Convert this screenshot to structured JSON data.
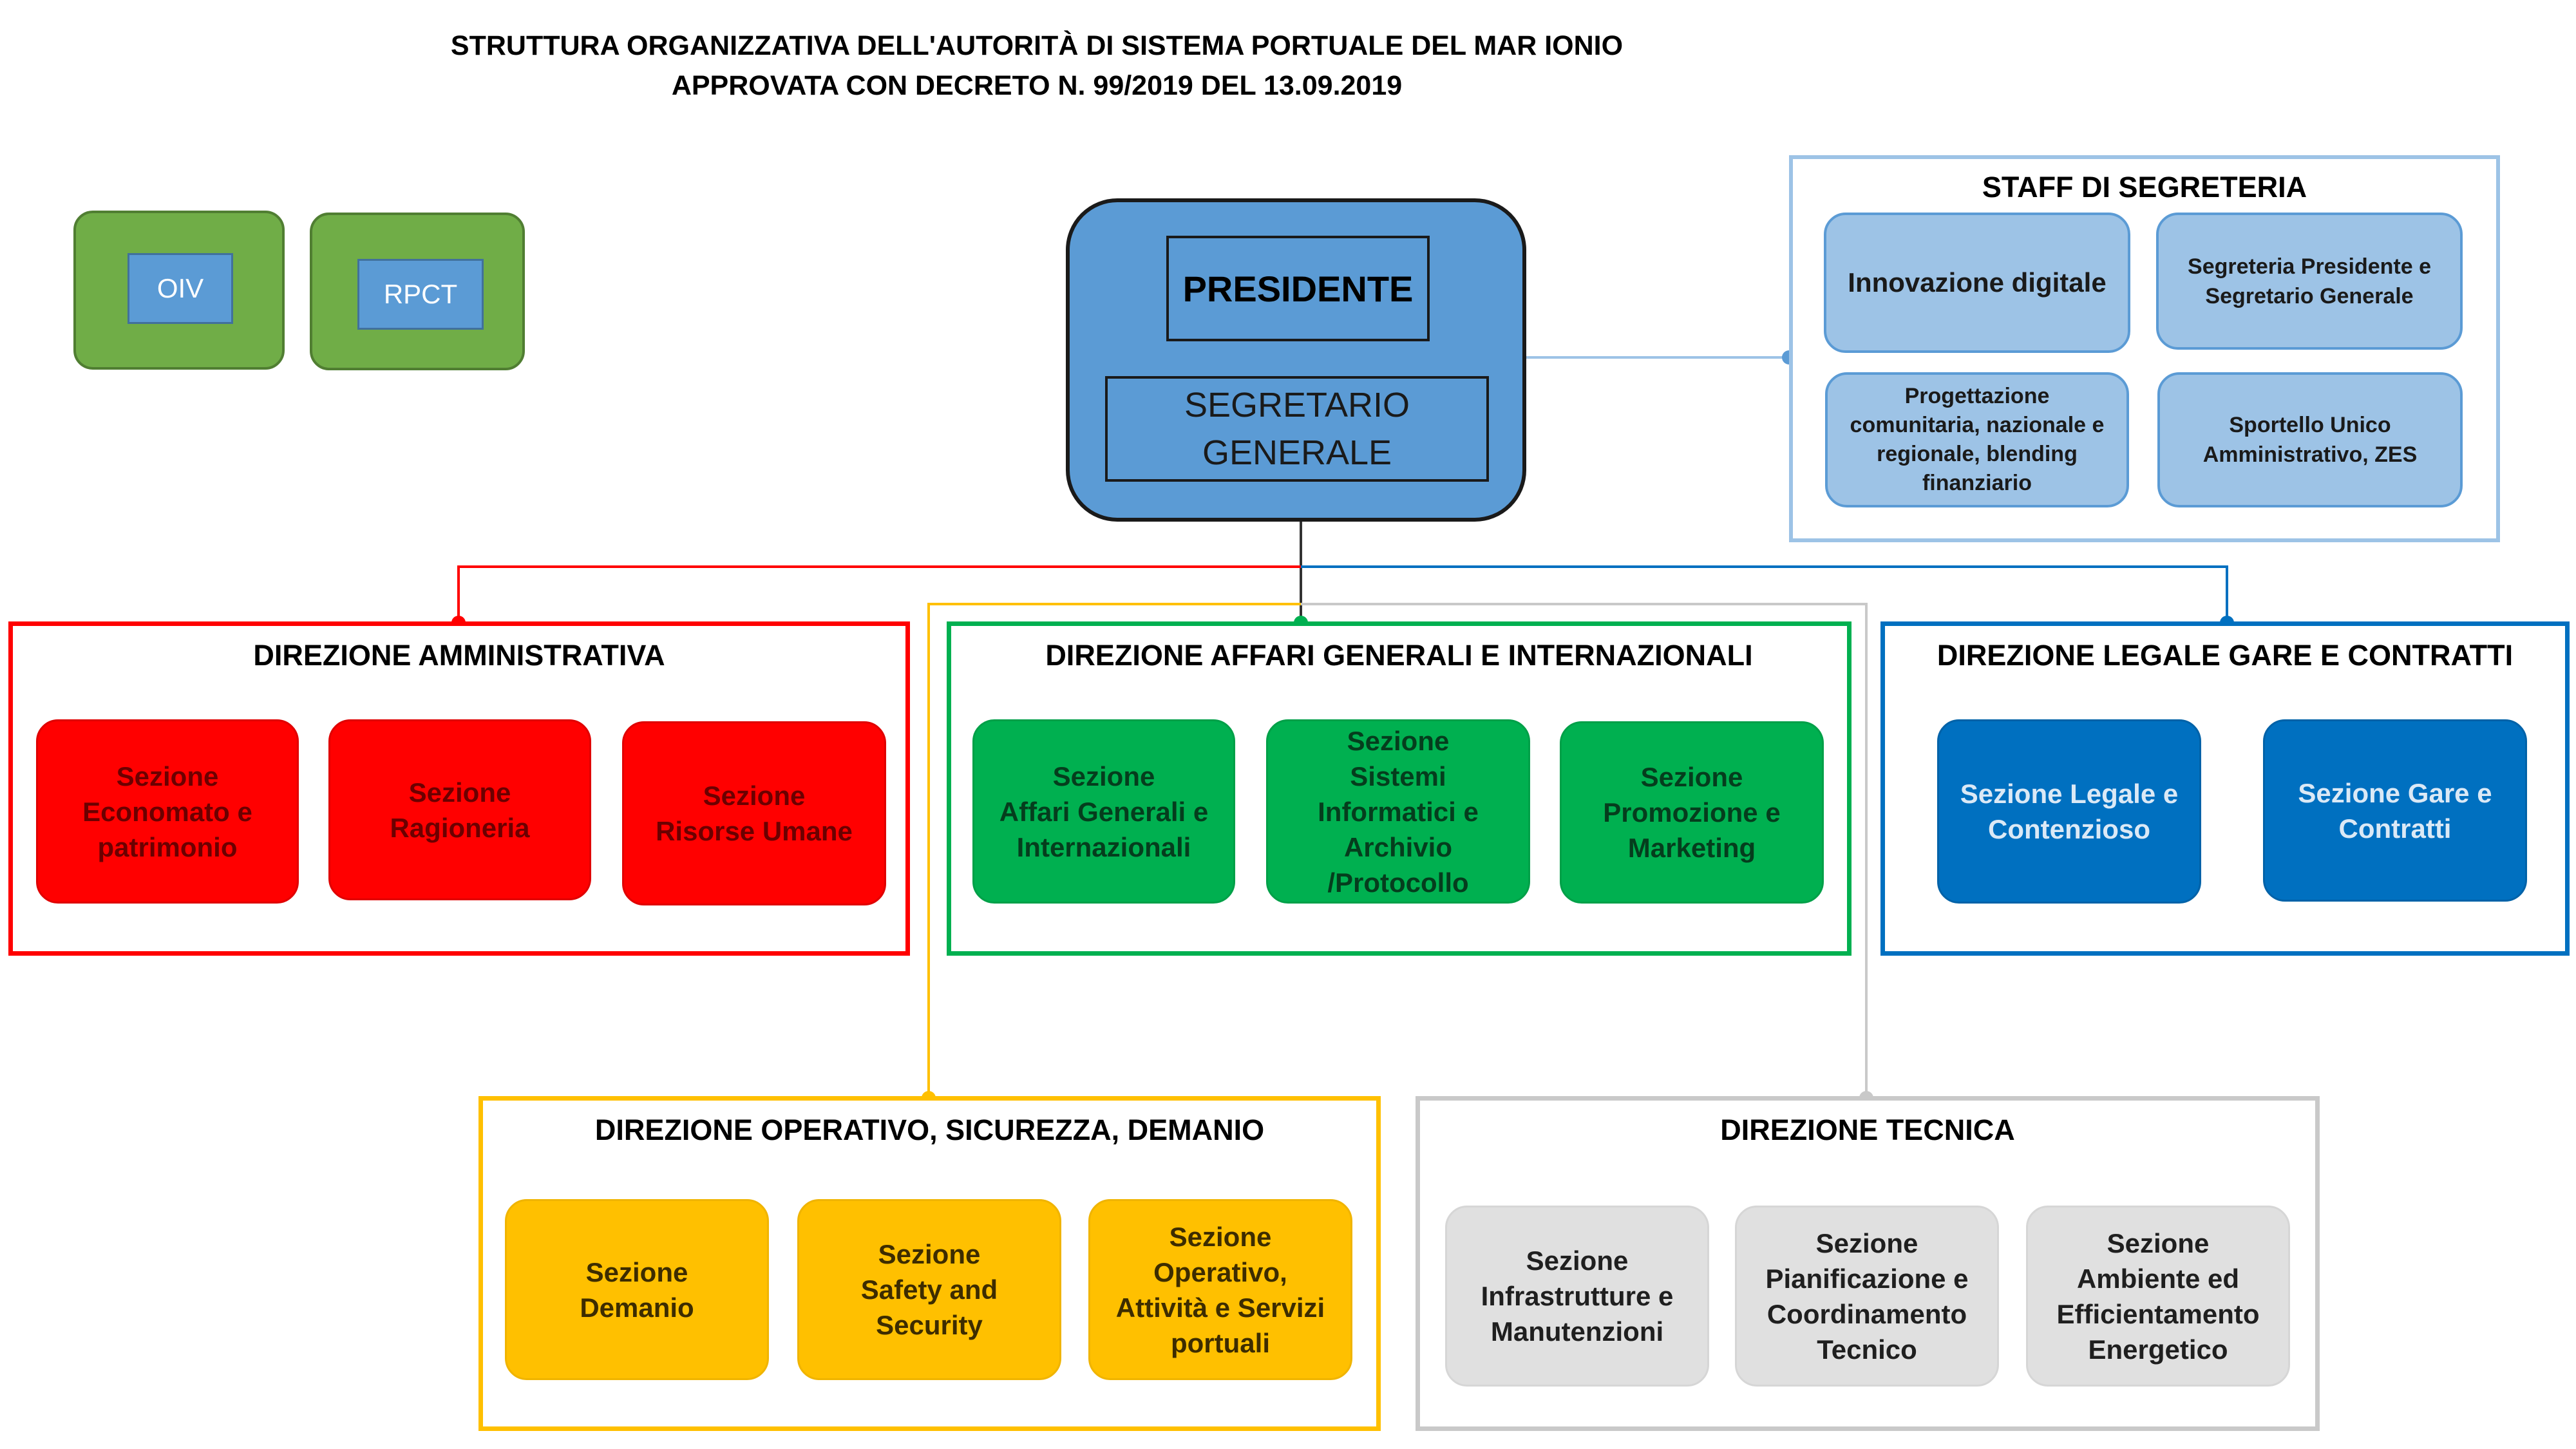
{
  "header": {
    "title_line1": "STRUTTURA ORGANIZZATIVA DELL'AUTORITÀ DI SISTEMA PORTUALE DEL MAR IONIO",
    "title_line2": "APPROVATA CON DECRETO N. 99/2019 DEL 13.09.2019"
  },
  "top_left": {
    "oiv": "OIV",
    "rpct": "RPCT"
  },
  "president": {
    "title": "PRESIDENTE",
    "secretary_line1": "SEGRETARIO",
    "secretary_line2": "GENERALE"
  },
  "staff": {
    "title": "STAFF DI SEGRETERIA",
    "items": [
      {
        "lines": [
          "Innovazione digitale"
        ]
      },
      {
        "lines": [
          "Segreteria Presidente e",
          "Segretario Generale"
        ]
      },
      {
        "lines": [
          "Progettazione",
          "comunitaria, nazionale e",
          "regionale, blending",
          "finanziario"
        ]
      },
      {
        "lines": [
          "Sportello Unico",
          "Amministrativo, ZES"
        ]
      }
    ]
  },
  "directorates": {
    "administrative": {
      "title": "DIREZIONE AMMINISTRATIVA",
      "color": "#ff0000",
      "sections": [
        {
          "lines": [
            "Sezione",
            "Economato e",
            "patrimonio"
          ]
        },
        {
          "lines": [
            "Sezione",
            "Ragioneria"
          ]
        },
        {
          "lines": [
            "Sezione",
            "Risorse Umane"
          ]
        }
      ]
    },
    "general_affairs": {
      "title": "DIREZIONE AFFARI GENERALI E INTERNAZIONALI",
      "color": "#00b050",
      "sections": [
        {
          "lines": [
            "Sezione",
            "Affari Generali e",
            "Internazionali"
          ]
        },
        {
          "lines": [
            "Sezione",
            "Sistemi",
            "Informatici  e",
            "Archivio",
            "/Protocollo"
          ]
        },
        {
          "lines": [
            "Sezione",
            "Promozione e",
            "Marketing"
          ]
        }
      ]
    },
    "legal": {
      "title": "DIREZIONE LEGALE GARE E CONTRATTI",
      "color": "#0070c0",
      "sections": [
        {
          "lines": [
            "Sezione Legale e",
            "Contenzioso"
          ]
        },
        {
          "lines": [
            "Sezione Gare e",
            "Contratti"
          ]
        }
      ]
    },
    "operative": {
      "title": "DIREZIONE OPERATIVO, SICUREZZA, DEMANIO",
      "color": "#ffc000",
      "sections": [
        {
          "lines": [
            "Sezione",
            "Demanio"
          ]
        },
        {
          "lines": [
            "Sezione",
            "Safety and",
            "Security"
          ]
        },
        {
          "lines": [
            "Sezione",
            "Operativo,",
            "Attività e Servizi",
            "portuali"
          ]
        }
      ]
    },
    "technical": {
      "title": "DIREZIONE TECNICA",
      "color": "#c9c9c9",
      "sections": [
        {
          "lines": [
            "Sezione",
            "Infrastrutture e",
            "Manutenzioni"
          ]
        },
        {
          "lines": [
            "Sezione",
            "Pianificazione e",
            "Coordinamento",
            "Tecnico"
          ]
        },
        {
          "lines": [
            "Sezione",
            "Ambiente ed",
            "Efficientamento",
            "Energetico"
          ]
        }
      ]
    }
  }
}
